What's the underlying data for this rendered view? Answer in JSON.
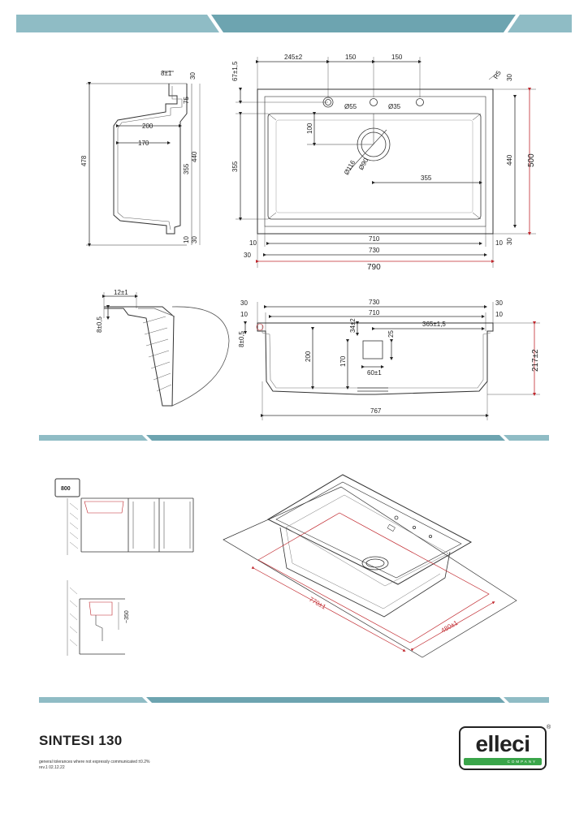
{
  "product": {
    "name": "SINTESI 130",
    "tolerance_note": "general tolerances where not expressly communicated ±0.2%",
    "revision": "rev.1 02.12.22"
  },
  "brand": {
    "name": "elleci",
    "tagline": "COMPANY"
  },
  "colors": {
    "band": "#7fb0bb",
    "band_dark": "#5f97a3",
    "dim_red": "#c0272d",
    "logo_green": "#3aa54a"
  },
  "side_view": {
    "labels": [
      "8±1",
      "30",
      "75",
      "200",
      "170",
      "478",
      "440",
      "355",
      "10",
      "30"
    ]
  },
  "top_view": {
    "labels": [
      "67±1,5",
      "245±2",
      "150",
      "150",
      "R5",
      "30",
      "Ø55",
      "Ø35",
      "100",
      "355",
      "Ø116",
      "Ø90",
      "355",
      "440",
      "500",
      "10",
      "710",
      "10",
      "30",
      "730",
      "30",
      "790"
    ]
  },
  "profile_detail": {
    "labels": [
      "12±1",
      "8±0,5"
    ]
  },
  "front_section": {
    "labels": [
      "30",
      "730",
      "30",
      "10",
      "710",
      "10",
      "34±2",
      "365±1,5",
      "8±0,5",
      "25",
      "200",
      "170",
      "60±1",
      "217±2",
      "767"
    ]
  },
  "installation": {
    "cabinet_label": "800",
    "height_label": "~350"
  },
  "perspective": {
    "cutout_w": "770±1",
    "cutout_d": "480±1"
  }
}
